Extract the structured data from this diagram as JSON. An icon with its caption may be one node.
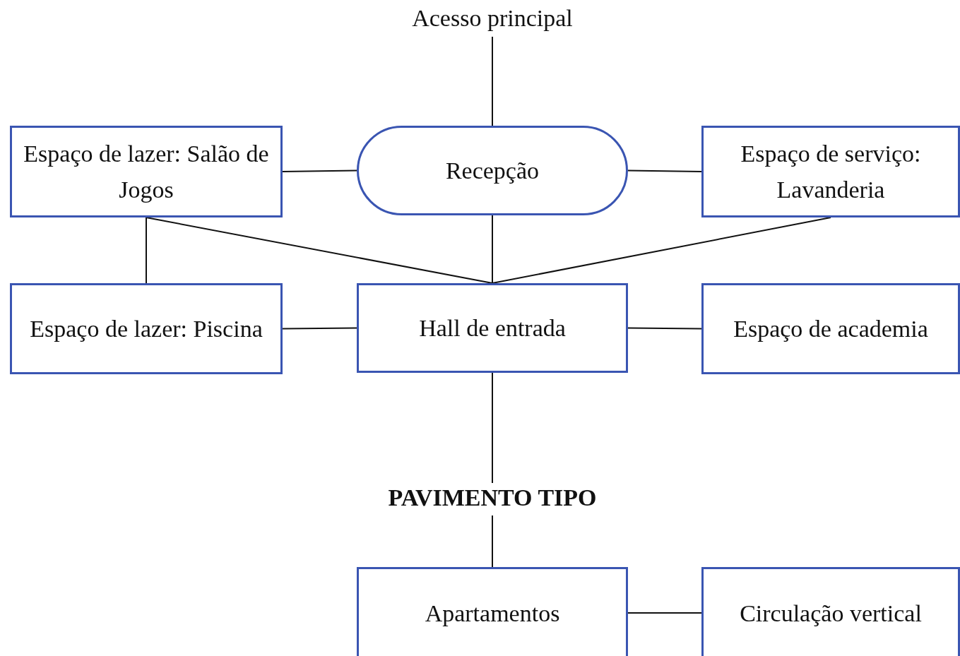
{
  "diagram": {
    "nodes": [
      {
        "text": [
          "Acesso principal"
        ]
      },
      {
        "text": [
          "Espaço de lazer: Salão de Jogos"
        ]
      },
      {
        "text": [
          "Recepção"
        ]
      },
      {
        "text": [
          "Espaço de serviço: Lavanderia"
        ]
      },
      {
        "text": [
          "Espaço de lazer: Piscina"
        ]
      },
      {
        "text": [
          "Hall de entrada"
        ]
      },
      {
        "text": [
          "Espaço de academia"
        ]
      },
      {
        "text": [
          "PAVIMENTO TIPO"
        ]
      },
      {
        "text": [
          "Apartamentos"
        ]
      },
      {
        "text": [
          "Circulação vertical"
        ]
      }
    ],
    "edges": [
      {
        "from": 0,
        "to": 2,
        "arrow": "none"
      },
      {
        "from": 1,
        "to": 2,
        "arrow": "none"
      },
      {
        "from": 2,
        "to": 3,
        "arrow": "none"
      },
      {
        "from": 1,
        "to": 5,
        "arrow": "none"
      },
      {
        "from": 2,
        "to": 5,
        "arrow": "none"
      },
      {
        "from": 3,
        "to": 5,
        "arrow": "none"
      },
      {
        "from": 1,
        "to": 4,
        "arrow": "none"
      },
      {
        "from": 4,
        "to": 5,
        "arrow": "none"
      },
      {
        "from": 5,
        "to": 6,
        "arrow": "none"
      },
      {
        "from": 5,
        "to": 7,
        "arrow": "none"
      },
      {
        "from": 7,
        "to": 8,
        "arrow": "none"
      },
      {
        "from": 8,
        "to": 9,
        "arrow": "none"
      }
    ]
  }
}
